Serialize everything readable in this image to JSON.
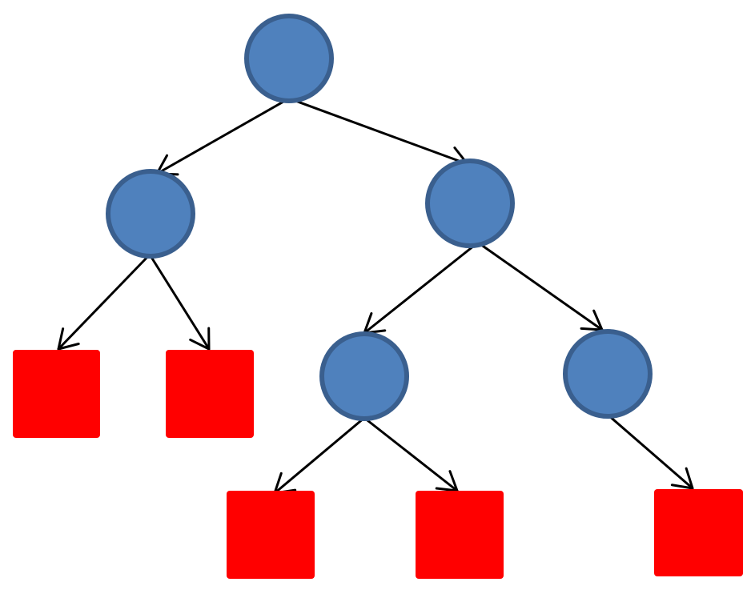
{
  "diagram": {
    "type": "tree",
    "colors": {
      "internal_node_fill": "#4f81bd",
      "internal_node_stroke": "#3a5f8e",
      "leaf_fill": "#ff0000",
      "edge": "#000000",
      "background": "#ffffff"
    },
    "nodes": [
      {
        "id": "root",
        "kind": "internal-node",
        "shape": "circle",
        "parent": null
      },
      {
        "id": "left-child",
        "kind": "internal-node",
        "shape": "circle",
        "parent": "root"
      },
      {
        "id": "right-child",
        "kind": "internal-node",
        "shape": "circle",
        "parent": "root"
      },
      {
        "id": "leaf-1",
        "kind": "leaf",
        "shape": "square",
        "parent": "left-child"
      },
      {
        "id": "leaf-2",
        "kind": "leaf",
        "shape": "square",
        "parent": "left-child"
      },
      {
        "id": "right-left-child",
        "kind": "internal-node",
        "shape": "circle",
        "parent": "right-child"
      },
      {
        "id": "right-right-child",
        "kind": "internal-node",
        "shape": "circle",
        "parent": "right-child"
      },
      {
        "id": "leaf-3",
        "kind": "leaf",
        "shape": "square",
        "parent": "right-left-child"
      },
      {
        "id": "leaf-4",
        "kind": "leaf",
        "shape": "square",
        "parent": "right-left-child"
      },
      {
        "id": "leaf-5",
        "kind": "leaf",
        "shape": "square",
        "parent": "right-right-child"
      }
    ]
  }
}
